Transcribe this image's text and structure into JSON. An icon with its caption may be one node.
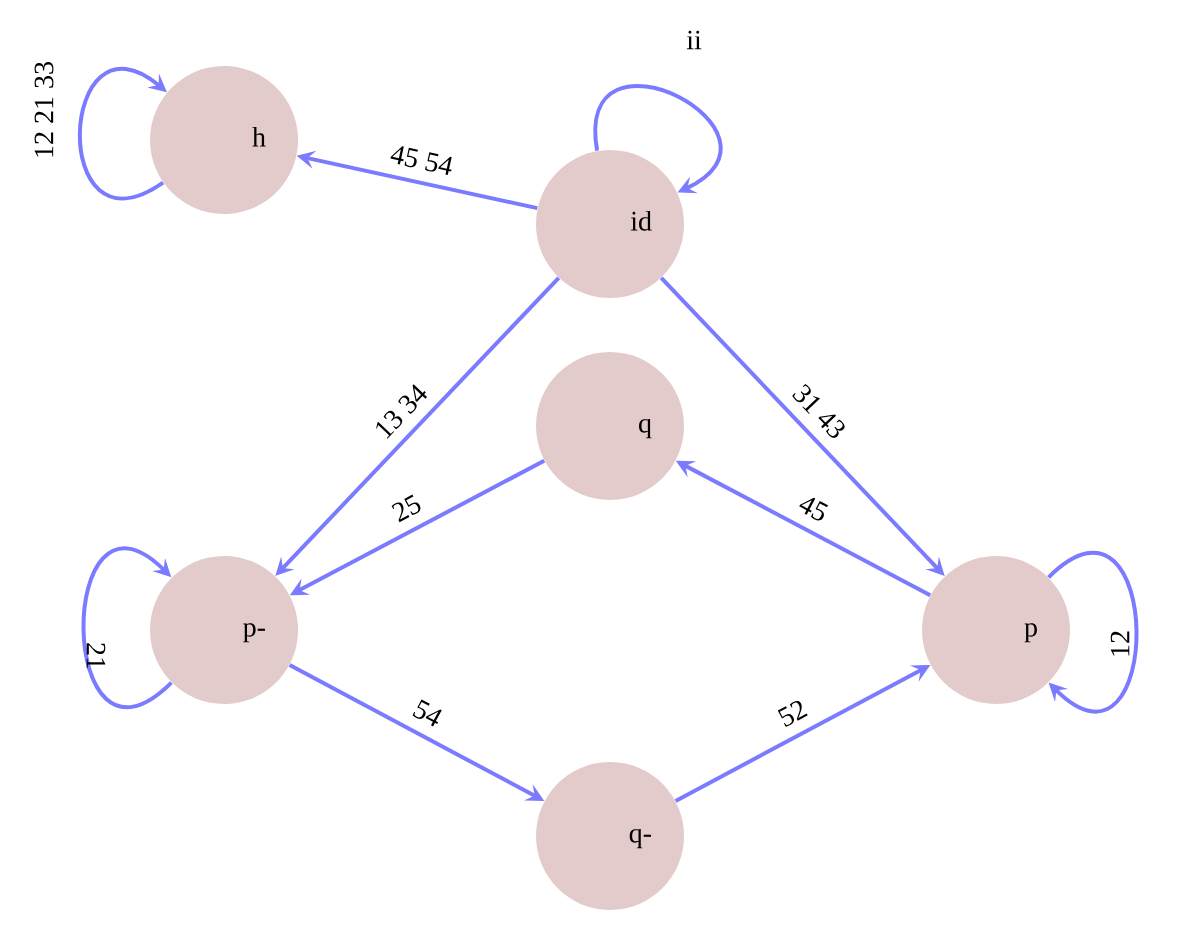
{
  "diagram": {
    "nodes": [
      {
        "text": [
          "h"
        ]
      },
      {
        "text": [
          "id"
        ]
      },
      {
        "text": [
          "q"
        ]
      },
      {
        "text": [
          "p-"
        ]
      },
      {
        "text": [
          "p"
        ]
      },
      {
        "text": [
          "q-"
        ]
      }
    ],
    "edges": [
      {
        "from": 0,
        "to": 0,
        "arrow": "to",
        "label": "12 21 33"
      },
      {
        "from": 1,
        "to": 1,
        "arrow": "to",
        "label": "ii"
      },
      {
        "from": 1,
        "to": 0,
        "arrow": "to",
        "label": "45 54"
      },
      {
        "from": 1,
        "to": 3,
        "arrow": "to",
        "label": "13 34"
      },
      {
        "from": 1,
        "to": 4,
        "arrow": "to",
        "label": "31 43"
      },
      {
        "from": 2,
        "to": 3,
        "arrow": "to",
        "label": "25"
      },
      {
        "from": 4,
        "to": 2,
        "arrow": "to",
        "label": "45"
      },
      {
        "from": 3,
        "to": 3,
        "arrow": "to",
        "label": "21"
      },
      {
        "from": 4,
        "to": 4,
        "arrow": "to",
        "label": "12"
      },
      {
        "from": 3,
        "to": 5,
        "arrow": "to",
        "label": "54"
      },
      {
        "from": 5,
        "to": 4,
        "arrow": "to",
        "label": "52"
      }
    ]
  }
}
